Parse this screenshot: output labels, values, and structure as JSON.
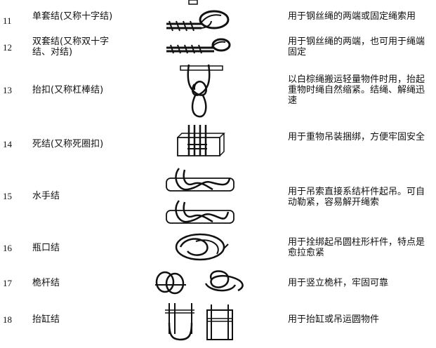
{
  "rows": [
    {
      "num": "11",
      "name": "单套结(又称十字结)",
      "use": "用于钢丝绳的两端或固定绳索用",
      "icon": "single-sheet-knot-icon"
    },
    {
      "num": "12",
      "name": "双套结(又称双十字结、对结)",
      "use": "用于钢丝绳的两端，也可用于绳端固定",
      "icon": "double-sheet-knot-icon"
    },
    {
      "num": "13",
      "name": "抬扣(又称杠棒结)",
      "use": "以白棕绳搬运轻量物件时用，抬起重物时绳自然缩紧。结绳、解绳迅速",
      "icon": "carrying-pole-knot-icon"
    },
    {
      "num": "14",
      "name": "死结(又称死圈扣)",
      "use": "用于重物吊装捆绑，方便牢固安全",
      "icon": "dead-knot-icon"
    },
    {
      "num": "15",
      "name": "水手结",
      "use": "用于吊索直接系结杆件起吊。可自动勒紧，容易解开绳索",
      "icon": "sailor-knot-icon"
    },
    {
      "num": "16",
      "name": "瓶口结",
      "use": "用于拴绑起吊圆柱形杆件，特点是愈拉愈紧",
      "icon": "bottle-neck-knot-icon"
    },
    {
      "num": "17",
      "name": "桅杆结",
      "use": "用于竖立桅杆，牢固可靠",
      "icon": "mast-knot-icon"
    },
    {
      "num": "18",
      "name": "抬缸结",
      "use": "用于抬缸或吊运圆物件",
      "icon": "vat-carrying-knot-icon"
    }
  ]
}
